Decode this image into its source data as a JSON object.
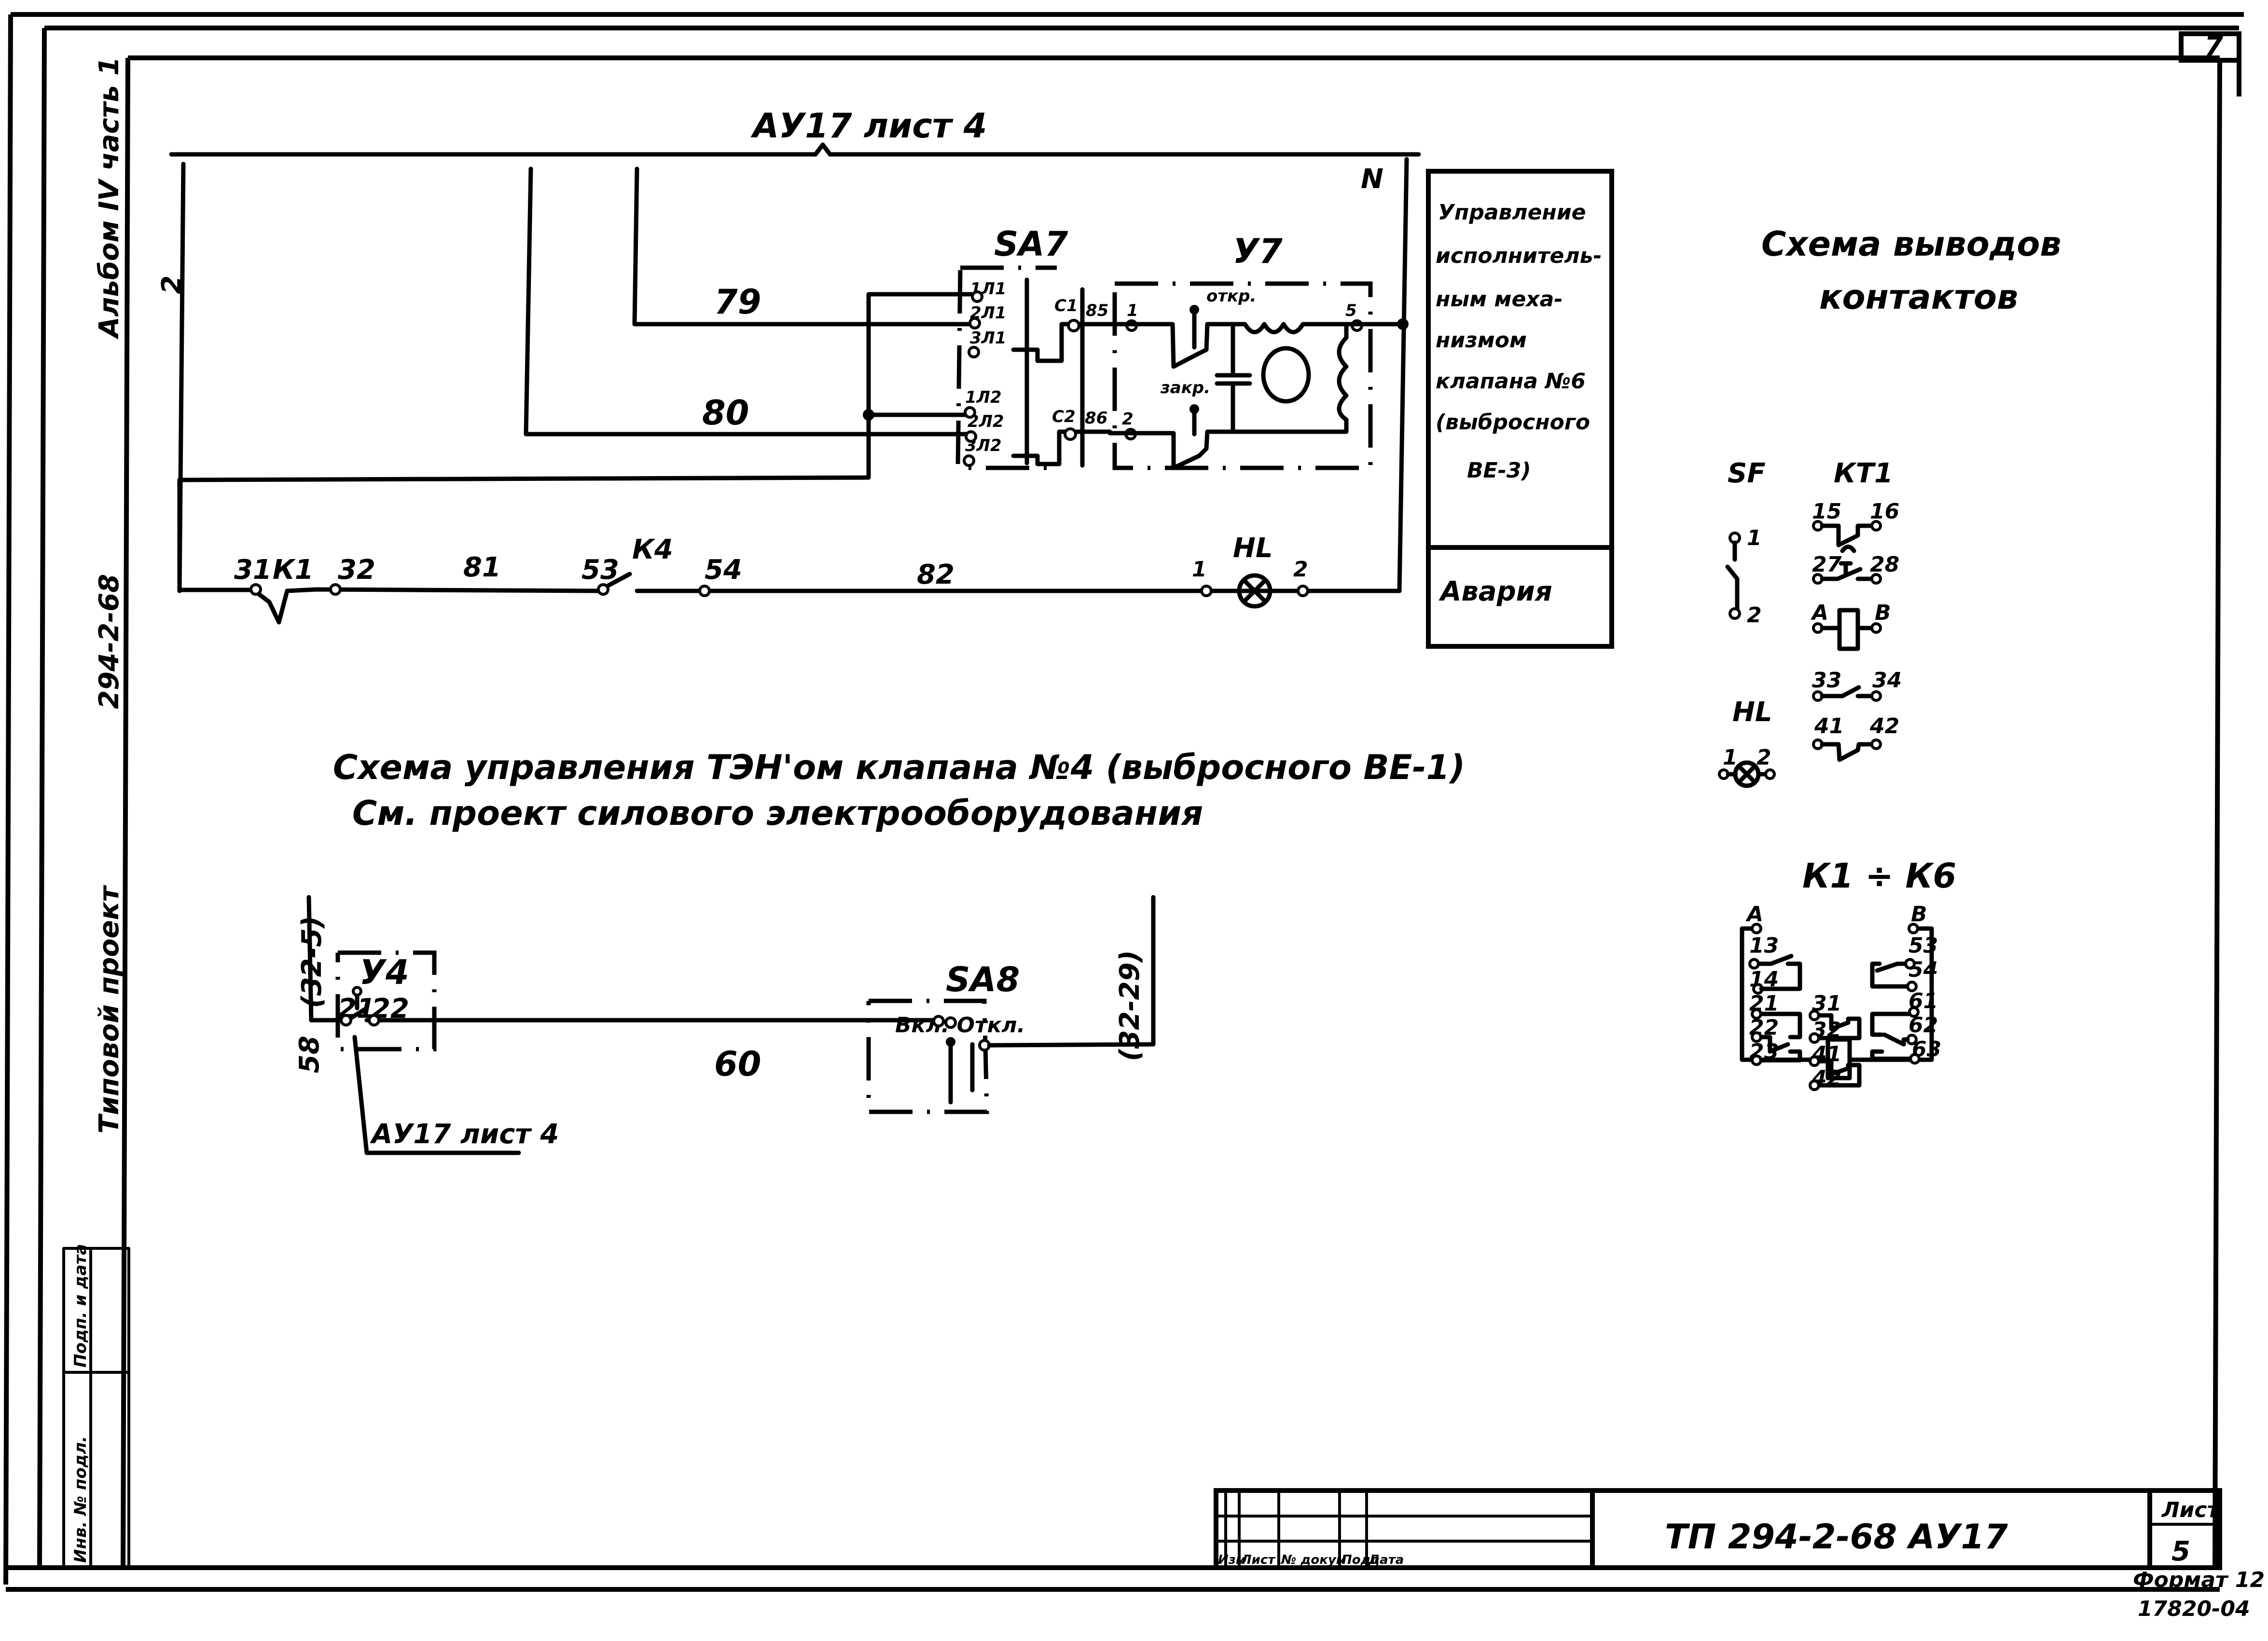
{
  "sheet": {
    "corner_number": "7",
    "side_stamp": {
      "album": "Альбом IV часть 1",
      "project_code": "294-2-68",
      "project_type": "Типовой проект"
    },
    "inventory_block": {
      "inv_no": "Инв. № подл.",
      "sign_date": "Подп. и дата"
    },
    "title_block": {
      "columns": [
        "Изм",
        "Лист",
        "№ докум",
        "Подп",
        "Дата"
      ],
      "designation": "ТП 294-2-68 АУ17",
      "sheet_label": "Лист",
      "sheet_number": "5"
    },
    "format": "Формат 12",
    "archive_no": "17820-04"
  },
  "upper_schematic": {
    "bus_reference": "АУ17 лист 4",
    "left_bus_label": "2",
    "right_bus_label": "N",
    "wire_numbers": [
      "79",
      "80",
      "81",
      "82"
    ],
    "sa7": {
      "label": "SA7",
      "contacts_top": [
        "1Л1",
        "2Л1",
        "3Л1"
      ],
      "contacts_bottom": [
        "1Л2",
        "2Л2",
        "3Л2"
      ],
      "c_top": "С1",
      "c_bottom": "С2",
      "wire_top": "85",
      "wire_bottom": "86"
    },
    "y7": {
      "label": "У7",
      "open_label": "откр.",
      "close_label": "закр.",
      "term_1": "1",
      "term_2": "2",
      "term_5": "5"
    },
    "alarm_line": {
      "k1_label": "К1",
      "k1_terms": [
        "31",
        "32"
      ],
      "k4_label": "К4",
      "k4_terms": [
        "53",
        "54"
      ],
      "hl_label": "HL",
      "hl_terms": [
        "1",
        "2"
      ]
    },
    "legend_box": {
      "main": [
        "Управление",
        "исполнитель-",
        "ным меха-",
        "низмом",
        "клапана №6",
        "(выбросного",
        "ВЕ-3)"
      ],
      "alarm": "Авария"
    }
  },
  "lower_schematic": {
    "title_line1": "Схема управления ТЭН'ом клапана №4 (выбросного ВЕ-1)",
    "title_line2": "См. проект силового электрооборудования",
    "left_ref": "(32-5)",
    "left_wire": "58",
    "right_ref": "(32-29)",
    "y4": {
      "label": "У4",
      "terms": [
        "21",
        "22"
      ]
    },
    "wire": "60",
    "sa8": {
      "label": "SA8",
      "positions": "Вкл. Откл."
    },
    "ref_note": "АУ17 лист 4"
  },
  "terminal_legend": {
    "title_line1": "Схема выводов",
    "title_line2": "контактов",
    "sf": {
      "label": "SF",
      "terms": [
        "1",
        "2"
      ]
    },
    "hl": {
      "label": "HL",
      "terms": [
        "1",
        "2"
      ]
    },
    "kt1": {
      "label": "КТ1",
      "pairs": [
        [
          "15",
          "16"
        ],
        [
          "27",
          "28"
        ],
        [
          "А",
          "В"
        ],
        [
          "33",
          "34"
        ],
        [
          "41",
          "42"
        ]
      ]
    },
    "k1_k6": {
      "label": "К1 ÷ К6",
      "coil_terms": [
        "А",
        "В"
      ],
      "left_terms": [
        "13",
        "14",
        "21",
        "22",
        "23"
      ],
      "middle_terms": [
        "31",
        "32",
        "41",
        "42"
      ],
      "right_terms": [
        "53",
        "54",
        "61",
        "62",
        "63"
      ]
    }
  }
}
